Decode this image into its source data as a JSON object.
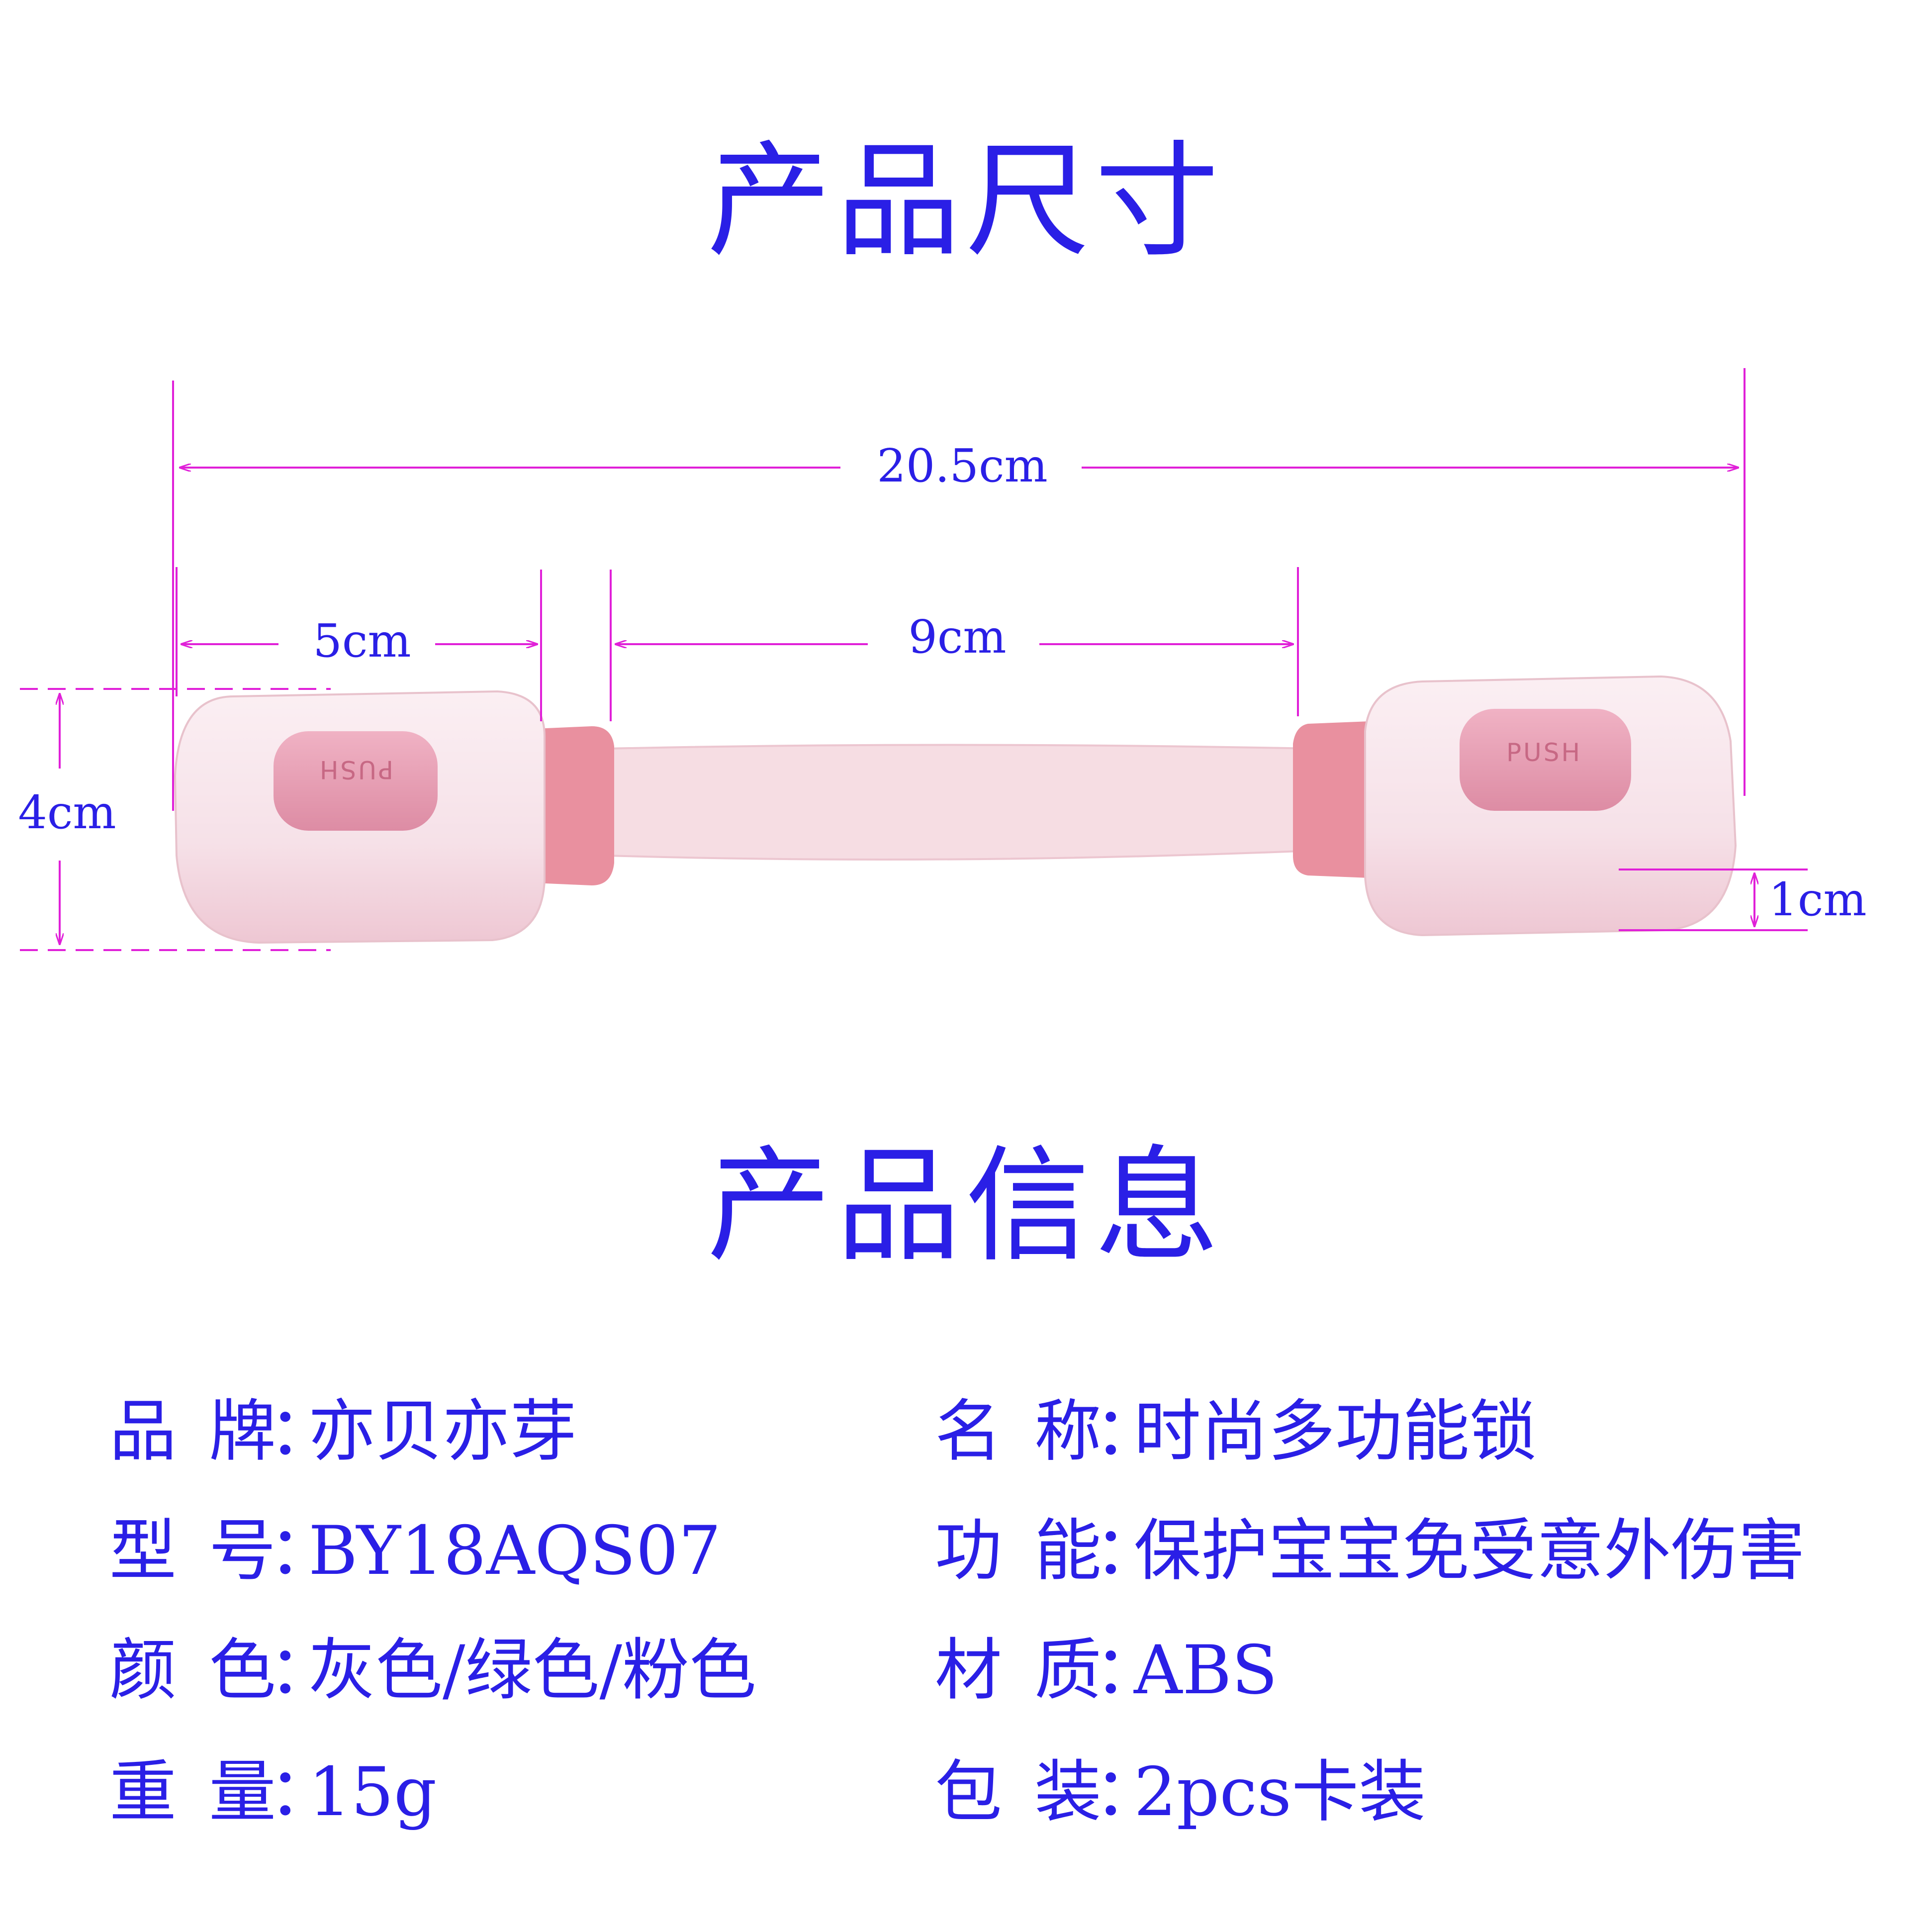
{
  "titles": {
    "size": "产品尺寸",
    "info": "产品信息"
  },
  "dimensions": {
    "total_length": "20.5cm",
    "end_length": "5cm",
    "strap_length": "9cm",
    "height": "4cm",
    "thickness": "1cm"
  },
  "product": {
    "button_label": "PUSH",
    "colors": {
      "body": "#f7e4ea",
      "button": "#e7a0b4",
      "connector": "#e9909f",
      "strap": "#f6dde3"
    }
  },
  "info": {
    "left": [
      {
        "c1": "品",
        "c2": "牌",
        "colon": "：",
        "value": "亦贝亦芽"
      },
      {
        "c1": "型",
        "c2": "号",
        "colon": "：",
        "value": "BY18AQS07"
      },
      {
        "c1": "颜",
        "c2": "色",
        "colon": "：",
        "value": "灰色/绿色/粉色"
      },
      {
        "c1": "重",
        "c2": "量",
        "colon": "：",
        "value": "15g"
      }
    ],
    "right": [
      {
        "c1": "名",
        "c2": "称",
        "colon": "：",
        "value": "时尚多功能锁"
      },
      {
        "c1": "功",
        "c2": "能",
        "colon": "：",
        "value": "保护宝宝免受意外伤害"
      },
      {
        "c1": "材",
        "c2": "质",
        "colon": "：",
        "value": "ABS"
      },
      {
        "c1": "包",
        "c2": "装",
        "colon": "：",
        "value": "2pcs卡装"
      }
    ]
  },
  "accent_colors": {
    "text": "#2a1fe6",
    "dimension_lines": "#e020d8"
  }
}
